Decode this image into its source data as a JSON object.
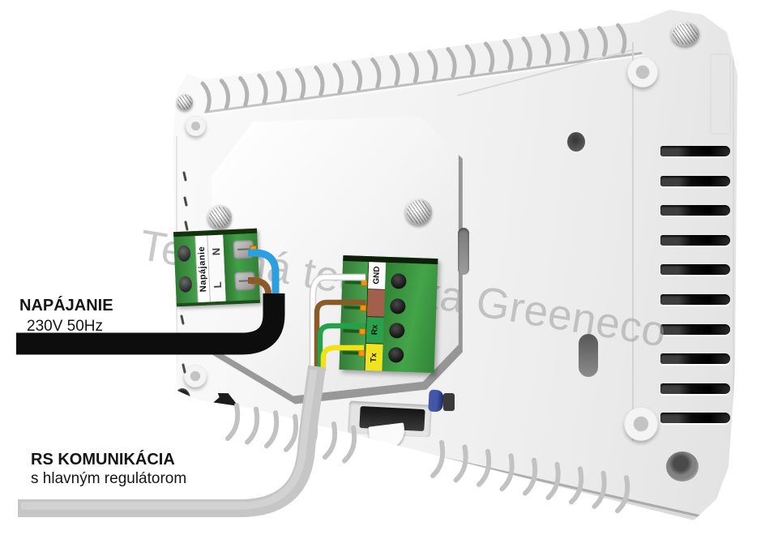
{
  "watermark": {
    "text": "Tepelná technika Greeneco"
  },
  "annotations": {
    "power_title": "NAPÁJANIE",
    "power_subtitle": "230V 50Hz",
    "comm_title": "RS KOMUNIKÁCIA",
    "comm_subtitle": "s hlavným regulátorom"
  },
  "power_terminal": {
    "name_label": "Napájanie",
    "pins": [
      {
        "label": "N",
        "wire": "blue",
        "wire_color": "#2b9fdf"
      },
      {
        "label": "L",
        "wire": "brown",
        "wire_color": "#8a5a28"
      }
    ],
    "cable": {
      "kind": "power-cable",
      "color": "#0d0d0d"
    }
  },
  "rs_terminal": {
    "pins": [
      {
        "label": "GND",
        "cell_color": "#ffffff",
        "wire": "white",
        "wire_color": "#ffffff"
      },
      {
        "label": "",
        "cell_color": "#a2604a",
        "wire": "brown",
        "wire_color": "#8a5a28"
      },
      {
        "label": "Rx",
        "cell_color": "#2aa04a",
        "wire": "green",
        "wire_color": "#23a24c"
      },
      {
        "label": "Tx",
        "cell_color": "#f0e320",
        "wire": "yellow",
        "wire_color": "#f4e112"
      }
    ],
    "cable": {
      "kind": "communication-cable",
      "color": "#c6c6c6"
    }
  },
  "colors": {
    "terminal_green": "#3b8f3f",
    "contact_orange": "#ef9612",
    "body_white": "#f5f5f5",
    "watermark_gray": "#9e9e9e"
  }
}
